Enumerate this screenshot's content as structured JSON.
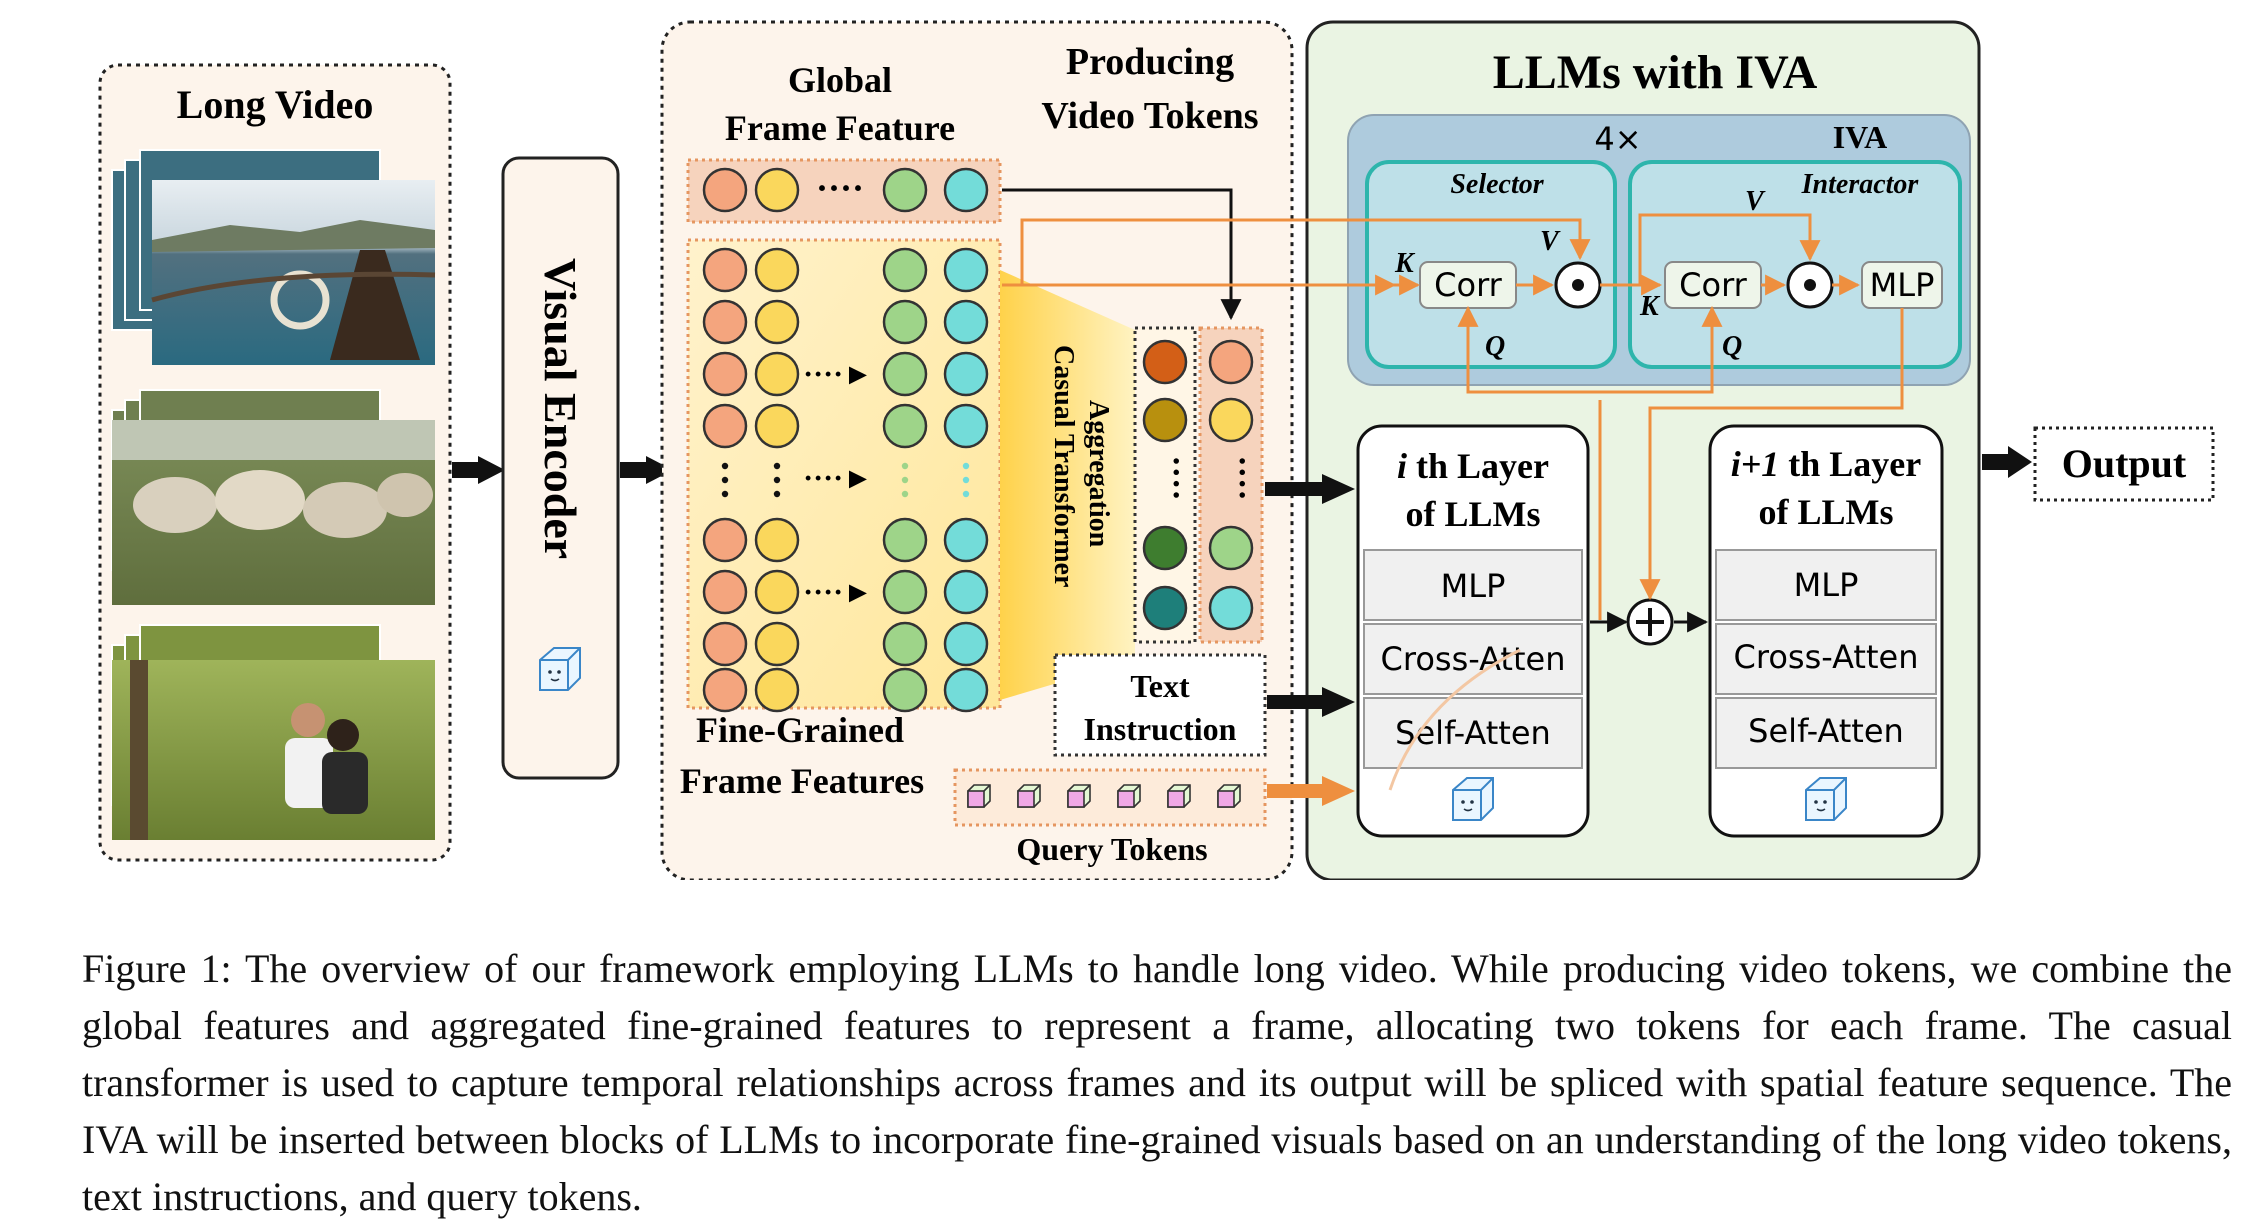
{
  "long_video": {
    "title": "Long Video",
    "frames": [
      {
        "name": "seaside-harbor"
      },
      {
        "name": "sheep-grazing"
      },
      {
        "name": "couple-in-park"
      }
    ]
  },
  "visual_encoder": {
    "label": "Visual Encoder",
    "icon": "ice-cube-icon"
  },
  "producing_tokens": {
    "title_line1": "Producing",
    "title_line2": "Video Tokens",
    "global_label_line1": "Global",
    "global_label_line2": "Frame Feature",
    "fine_label_line1": "Fine-Grained",
    "fine_label_line2": "Frame Features",
    "transformer_line1": "Aggregation",
    "transformer_line2": "Casual Transformer",
    "text_instruction_line1": "Text",
    "text_instruction_line2": "Instruction",
    "query_tokens_label": "Query Tokens",
    "ellipsis": "····"
  },
  "llm_iva": {
    "title": "LLMs with IVA",
    "repeat": "4×",
    "iva_label": "IVA",
    "selector": {
      "label": "Selector",
      "corr": "Corr",
      "k": "K",
      "q": "Q",
      "v": "V"
    },
    "interactor": {
      "label": "Interactor",
      "corr": "Corr",
      "mlp": "MLP",
      "k": "K",
      "q": "Q",
      "v": "V"
    },
    "layer_i": {
      "title_italic": "i",
      "title_rest": " th Layer",
      "title_line2": "of LLMs",
      "blocks": [
        "MLP",
        "Cross-Atten",
        "Self-Atten"
      ]
    },
    "layer_i1": {
      "title_italic": "i+1",
      "title_rest": " th Layer",
      "title_line2": "of LLMs",
      "blocks": [
        "MLP",
        "Cross-Atten",
        "Self-Atten"
      ]
    },
    "plus": "+",
    "dot": "⊙"
  },
  "output": {
    "label": "Output"
  },
  "caption": {
    "text": "Figure 1: The overview of our framework employing LLMs to handle long video. While producing video tokens, we combine the global features and aggregated fine-grained features to represent a frame, allocating two tokens for each frame. The casual transformer is used to capture temporal relationships across frames and its output will be spliced with spatial feature sequence. The IVA will be inserted between blocks of LLMs to incorporate fine-grained visuals based on an understanding of the long video tokens, text instructions, and query tokens."
  },
  "colors": {
    "token_orange": "#F4A57E",
    "token_yellow": "#FAD75C",
    "token_green": "#9ED489",
    "token_cyan": "#73DCD9",
    "agg_dark_orange": "#D35F17",
    "agg_olive": "#B8900E",
    "agg_dark_green": "#3E7D2F",
    "agg_teal": "#1E7F7A",
    "iva_bg": "#AECBDD",
    "iva_border": "#2EB5AC",
    "llm_bg": "#EAF4E3",
    "arrow_orange": "#EE8F3F",
    "producing_bg": "#FDF4EB"
  }
}
